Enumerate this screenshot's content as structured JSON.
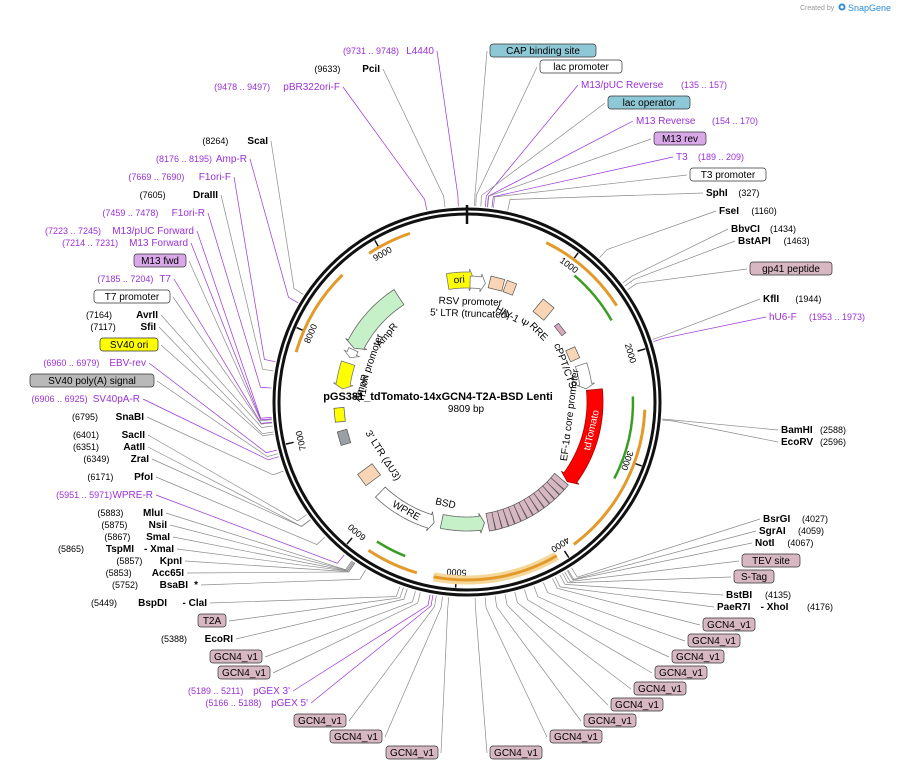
{
  "branding": {
    "created_by": "Created by",
    "app": "SnapGene"
  },
  "plasmid": {
    "name": "pGS381_tdTomato-14xGCN4-T2A-BSD Lenti",
    "size": "9809 bp",
    "length": 9809,
    "tick_labels": [
      "1000",
      "2000",
      "3000",
      "4000",
      "5000",
      "6000",
      "7000",
      "8000",
      "9000"
    ]
  },
  "colors": {
    "primer": "#9b30d9",
    "orange_arc": "#e39a2b",
    "green_arc": "#3a9d23",
    "tdtomato": "#ff0000",
    "yellow": "#ffff00",
    "gcn4": "#d7b7c2",
    "light_blue": "#8ec8d6",
    "lilac": "#d9a8e8"
  },
  "restriction_sites": [
    {
      "name": "PciI",
      "pos": "(9633)"
    },
    {
      "name": "ScaI",
      "pos": "(8264)"
    },
    {
      "name": "DraIII",
      "pos": "(7605)"
    },
    {
      "name": "AvrII",
      "pos": "(7164)"
    },
    {
      "name": "SfiI",
      "pos": "(7117)"
    },
    {
      "name": "SnaBI",
      "pos": "(6795)"
    },
    {
      "name": "SacII",
      "pos": "(6401)"
    },
    {
      "name": "AatII",
      "pos": "(6351)"
    },
    {
      "name": "ZraI",
      "pos": "(6349)"
    },
    {
      "name": "PfoI",
      "pos": "(6171)"
    },
    {
      "name": "MluI",
      "pos": "(5883)"
    },
    {
      "name": "NsiI",
      "pos": "(5875)"
    },
    {
      "name": "SmaI",
      "pos": "(5867)"
    },
    {
      "name": "TspMI",
      "pos": "(5865)",
      "extra": "- XmaI"
    },
    {
      "name": "KpnI",
      "pos": "(5857)"
    },
    {
      "name": "Acc65I",
      "pos": "(5853)"
    },
    {
      "name": "BsaBI",
      "pos": "(5752)",
      "extra": "*"
    },
    {
      "name": "BspDI",
      "pos": "(5449)",
      "extra": "- ClaI"
    },
    {
      "name": "EcoRI",
      "pos": "(5388)"
    },
    {
      "name": "SphI",
      "pos": "(327)"
    },
    {
      "name": "FseI",
      "pos": "(1160)"
    },
    {
      "name": "BbvCI",
      "pos": "(1434)"
    },
    {
      "name": "BstAPI",
      "pos": "(1463)"
    },
    {
      "name": "KflI",
      "pos": "(1944)"
    },
    {
      "name": "BamHI",
      "pos": "(2588)"
    },
    {
      "name": "EcoRV",
      "pos": "(2596)"
    },
    {
      "name": "BsrGI",
      "pos": "(4027)"
    },
    {
      "name": "SgrAI",
      "pos": "(4059)"
    },
    {
      "name": "NotI",
      "pos": "(4067)"
    },
    {
      "name": "BstBI",
      "pos": "(4135)"
    },
    {
      "name": "PaeR7I",
      "pos": "(4176)",
      "extra": "- XhoI"
    }
  ],
  "primers": [
    {
      "name": "L4440",
      "pos": "(9731 .. 9748)"
    },
    {
      "name": "pBR322ori-F",
      "pos": "(9478 .. 9497)"
    },
    {
      "name": "Amp-R",
      "pos": "(8176 .. 8195)"
    },
    {
      "name": "F1ori-F",
      "pos": "(7669 .. 7690)"
    },
    {
      "name": "F1ori-R",
      "pos": "(7459 .. 7478)"
    },
    {
      "name": "M13/pUC Forward",
      "pos": "(7223 .. 7245)"
    },
    {
      "name": "M13 Forward",
      "pos": "(7214 .. 7231)"
    },
    {
      "name": "T7",
      "pos": "(7185 .. 7204)"
    },
    {
      "name": "EBV-rev",
      "pos": "(6960 .. 6979)"
    },
    {
      "name": "SV40pA-R",
      "pos": "(6906 .. 6925)"
    },
    {
      "name": "WPRE-R",
      "pos": "(5951 .. 5971)"
    },
    {
      "name": "pGEX 3'",
      "pos": "(5189 .. 5211)"
    },
    {
      "name": "pGEX 5'",
      "pos": "(5166 .. 5188)"
    },
    {
      "name": "M13/pUC Reverse",
      "pos": "(135 .. 157)"
    },
    {
      "name": "M13 Reverse",
      "pos": "(154 .. 170)"
    },
    {
      "name": "T3",
      "pos": "(189 .. 209)"
    },
    {
      "name": "hU6-F",
      "pos": "(1953 .. 1973)"
    }
  ],
  "boxed_labels": [
    {
      "text": "CAP binding site",
      "style": "blue"
    },
    {
      "text": "lac promoter",
      "style": "white"
    },
    {
      "text": "lac operator",
      "style": "blue"
    },
    {
      "text": "M13 rev",
      "style": "lilac"
    },
    {
      "text": "T3 promoter",
      "style": "white"
    },
    {
      "text": "gp41 peptide",
      "style": "pink"
    },
    {
      "text": "TEV site",
      "style": "pink"
    },
    {
      "text": "S-Tag",
      "style": "pink"
    },
    {
      "text": "M13 fwd",
      "style": "lilac"
    },
    {
      "text": "T7 promoter",
      "style": "white"
    },
    {
      "text": "SV40 ori",
      "style": "yellow"
    },
    {
      "text": "SV40 poly(A) signal",
      "style": "gray"
    },
    {
      "text": "T2A",
      "style": "pink"
    },
    {
      "text": "GCN4_v1",
      "style": "pink"
    }
  ],
  "map_features": [
    {
      "text": "ori"
    },
    {
      "text": "RSV promoter"
    },
    {
      "text": "5' LTR (truncated)"
    },
    {
      "text": "HIV-1 Ψ"
    },
    {
      "text": "RRE"
    },
    {
      "text": "cPPT/CTS"
    },
    {
      "text": "EF-1α core promoter"
    },
    {
      "text": "tdTomato"
    },
    {
      "text": "BSD"
    },
    {
      "text": "WPRE"
    },
    {
      "text": "3' LTR (ΔU3)"
    },
    {
      "text": "AmpR promoter"
    },
    {
      "text": "AmpR"
    },
    {
      "text": "f1 ori"
    }
  ]
}
